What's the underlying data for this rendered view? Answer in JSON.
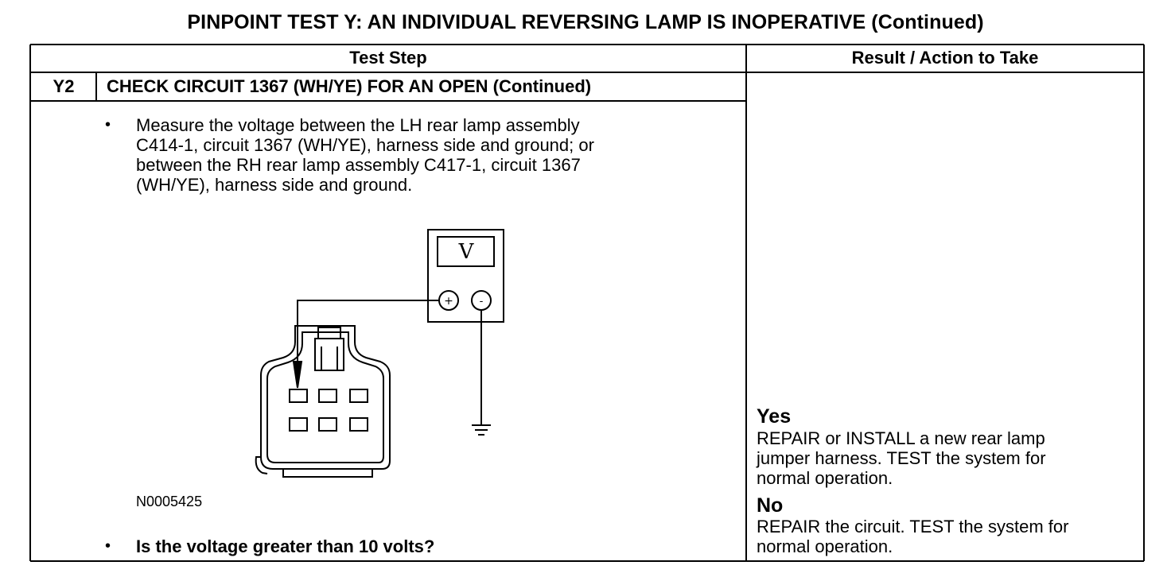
{
  "page": {
    "title": "PINPOINT TEST  Y: AN INDIVIDUAL REVERSING LAMP IS INOPERATIVE (Continued)"
  },
  "table": {
    "header": {
      "test_step": "Test Step",
      "result_action": "Result / Action to Take"
    },
    "step": {
      "code": "Y2",
      "title": "CHECK CIRCUIT 1367 (WH/YE) FOR AN OPEN (Continued)",
      "bullet_char": "•",
      "instruction": "Measure the voltage between the LH rear lamp assembly\nC414-1, circuit 1367 (WH/YE), harness side and ground; or\nbetween the RH rear lamp assembly C417-1, circuit 1367\n(WH/YE), harness  side and ground.",
      "figure": {
        "id": "N0005425",
        "meter_symbol": "V",
        "plus_symbol": "+",
        "minus_symbol": "-"
      },
      "question": "Is the voltage greater than 10 volts?"
    },
    "results": {
      "yes_label": "Yes",
      "yes_text": "REPAIR or INSTALL a new rear lamp\njumper harness. TEST the system for\nnormal operation.",
      "no_label": "No",
      "no_text": "REPAIR the circuit. TEST the system for\nnormal operation."
    }
  }
}
